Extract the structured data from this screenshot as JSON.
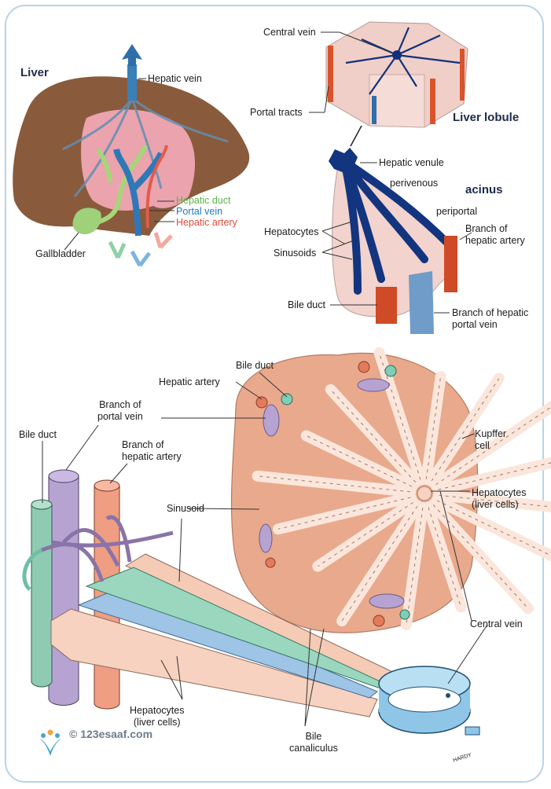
{
  "liver_panel": {
    "title": "Liver",
    "hepatic_vein": "Hepatic vein",
    "hepatic_duct": "Hepatic duct",
    "portal_vein": "Portal vein",
    "hepatic_artery": "Hepatic artery",
    "gallbladder": "Gallbladder"
  },
  "lobule_panel": {
    "central_vein": "Central vein",
    "portal_tracts": "Portal tracts",
    "title": "Liver lobule",
    "hepatic_venule": "Hepatic venule",
    "perivenous": "perivenous",
    "acinus": "acinus",
    "periportal": "periportal",
    "hepatocytes": "Hepatocytes",
    "sinusoids": "Sinusoids",
    "branch_hepatic_artery": [
      "Branch of",
      "hepatic artery"
    ],
    "bile_duct": "Bile duct",
    "branch_hepatic_portal_vein": [
      "Branch of hepatic",
      "portal vein"
    ]
  },
  "lower_panel": {
    "bile_duct_top": "Bile duct",
    "hepatic_artery": "Hepatic artery",
    "branch_portal_vein": [
      "Branch of",
      "portal vein"
    ],
    "bile_duct_left": "Bile duct",
    "branch_hepatic_artery": [
      "Branch of",
      "hepatic artery"
    ],
    "kupffer_cell": [
      "Kupffer",
      "cell"
    ],
    "sinusoid": "Sinusoid",
    "hepatocytes_right": [
      "Hepatocytes",
      "(liver cells)"
    ],
    "central_vein": "Central vein",
    "hepatocytes_bottom": [
      "Hepatocytes",
      "(liver cells)"
    ],
    "bile_canaliculus": [
      "Bile",
      "canaliculus"
    ],
    "artist_signature": "HARDY"
  },
  "watermark": {
    "text": "© 123esaaf.com",
    "logo": "people-logo-icon"
  },
  "colors": {
    "liver_brown": "#8a5a3c",
    "lobule_pink": "#f1c7bd",
    "portal_blue": "#1f3f8f",
    "artery_red": "#d9542b",
    "duct_green": "#8dc7b5",
    "vein_purple": "#b8a2cf",
    "central_vein_blue": "#a9d4ee",
    "acinus_navy": "#123a8c"
  }
}
